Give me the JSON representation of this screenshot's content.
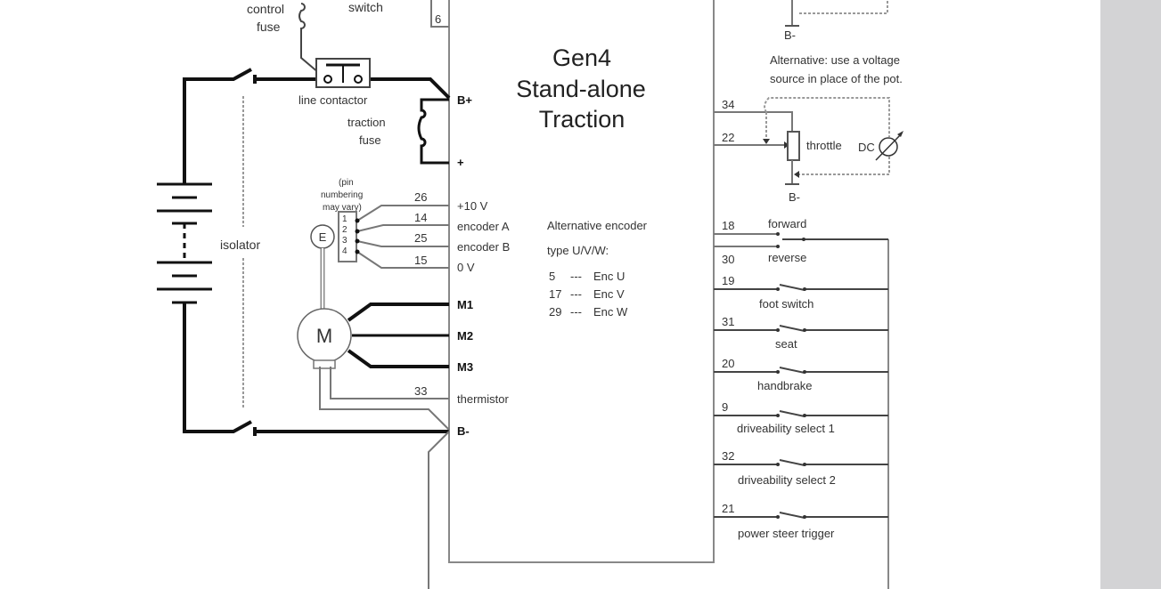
{
  "controller": {
    "title_line1": "Gen4",
    "title_line2": "Stand-alone",
    "title_line3": "Traction",
    "pins_left": {
      "b_plus": "B+",
      "plus": "+",
      "plus10v": "+10 V",
      "encoder_a": "encoder A",
      "encoder_b": "encoder B",
      "zero_v": "0 V",
      "m1": "M1",
      "m2": "M2",
      "m3": "M3",
      "thermistor": "thermistor",
      "b_minus": "B-"
    },
    "top_pin": "6"
  },
  "power": {
    "control_fuse": [
      "control",
      "fuse"
    ],
    "switch_label": "switch",
    "line_contactor": "line contactor",
    "traction_fuse": [
      "traction",
      "fuse"
    ],
    "isolator": "isolator"
  },
  "encoder": {
    "symbol": "E",
    "pin_note": [
      "(pin",
      "numbering",
      "may vary)"
    ],
    "connector_pins": [
      "1",
      "2",
      "3",
      "4"
    ],
    "wires": [
      "26",
      "14",
      "25",
      "15"
    ],
    "alt_title": [
      "Alternative encoder",
      "type U/V/W:"
    ],
    "alt_map": [
      {
        "pin": "5",
        "sep": "---",
        "sig": "Enc U"
      },
      {
        "pin": "17",
        "sep": "---",
        "sig": "Enc V"
      },
      {
        "pin": "29",
        "sep": "---",
        "sig": "Enc W"
      }
    ]
  },
  "motor": {
    "symbol": "M",
    "thermistor_wire": "33"
  },
  "throttle": {
    "top_b_minus": "B-",
    "alt_note": [
      "Alternative: use a voltage",
      "source in place of the pot."
    ],
    "wire_supply": "34",
    "wire_wiper": "22",
    "label": "throttle",
    "dc_label": "DC",
    "b_minus": "B-"
  },
  "switches": [
    {
      "wire": "18",
      "label": "forward"
    },
    {
      "wire": "30",
      "label": "reverse"
    },
    {
      "wire": "19",
      "label": "foot switch"
    },
    {
      "wire": "31",
      "label": "seat"
    },
    {
      "wire": "20",
      "label": "handbrake"
    },
    {
      "wire": "9",
      "label": "driveability select 1"
    },
    {
      "wire": "32",
      "label": "driveability select 2"
    },
    {
      "wire": "21",
      "label": "power steer trigger"
    }
  ]
}
